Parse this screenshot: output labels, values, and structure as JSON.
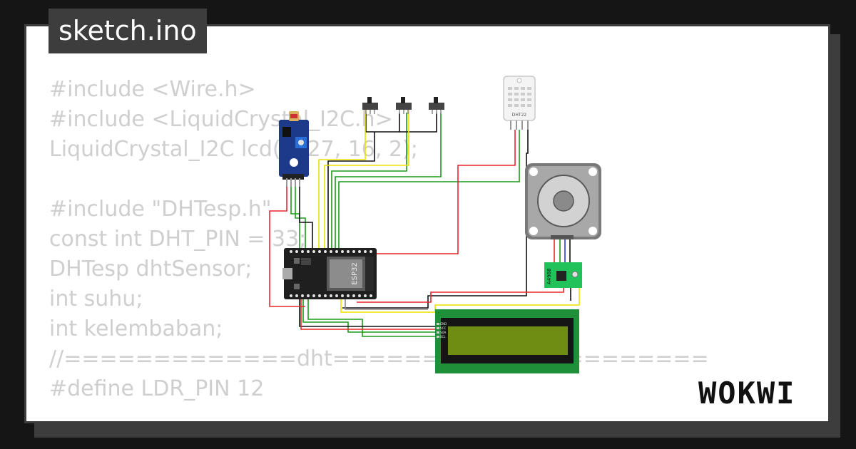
{
  "tab": {
    "title": "sketch.ino"
  },
  "code_lines": [
    "#include <Wire.h>",
    "#include <LiquidCrystal_I2C.h>",
    "LiquidCrystal_I2C lcd(0x27, 16, 2);",
    "",
    "#include \"DHTesp.h\"",
    "const int DHT_PIN = 33;",
    "DHTesp dhtSensor;",
    "int suhu;",
    "int kelembaban;",
    "//=============dht=====================",
    "#define LDR_PIN 12"
  ],
  "parts": {
    "esp32": {
      "label": "ESP32"
    },
    "dht22": {
      "label": "DHT22"
    },
    "driver": {
      "label": "A4988"
    },
    "lcd_pins": [
      "GND",
      "VCC",
      "SDA",
      "SCL"
    ]
  },
  "brand": {
    "logo": "WOKWI"
  },
  "colors": {
    "frame": "#3d3d3d",
    "code_text": "#cfcfcf",
    "wire_red": "#e8262b",
    "wire_black": "#111111",
    "wire_green": "#1a9b1a",
    "wire_yellow": "#f0e000",
    "lcd_board": "#1f8f3a",
    "lcd_screen": "#6f8d12"
  }
}
